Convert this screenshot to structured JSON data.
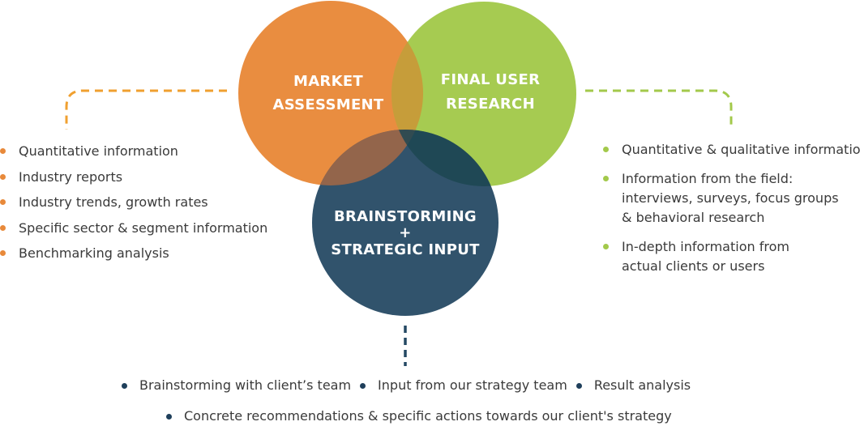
{
  "circles": {
    "market": {
      "line1": "MARKET",
      "line2": "ASSESSMENT",
      "color": "#e8893a"
    },
    "final_user": {
      "line1": "FINAL USER",
      "line2": "RESEARCH",
      "color": "#a3c94b"
    },
    "brainstorming": {
      "line1": "BRAINSTORMING",
      "line2": "+",
      "line3": "STRATEGIC INPUT",
      "color": "#244863"
    }
  },
  "left_list": {
    "bullet_color": "#e8893a",
    "items": [
      "Quantitative information",
      "Industry reports",
      "Industry trends, growth rates",
      "Specific sector & segment information",
      "Benchmarking analysis"
    ]
  },
  "right_list": {
    "bullet_color": "#a3c94b",
    "items": [
      {
        "lines": [
          "Quantitative & qualitative information"
        ]
      },
      {
        "lines": [
          "Information from the field:",
          "interviews, surveys, focus groups",
          "& behavioral research"
        ]
      },
      {
        "lines": [
          "In-depth information from",
          "actual clients or users"
        ]
      }
    ]
  },
  "bottom_list": {
    "bullet_color": "#1f3f5b",
    "row1": [
      "Brainstorming with client’s team",
      "Input from our strategy team",
      "Result analysis"
    ],
    "row2": [
      "Concrete recommendations & specific actions towards our client's strategy"
    ]
  }
}
